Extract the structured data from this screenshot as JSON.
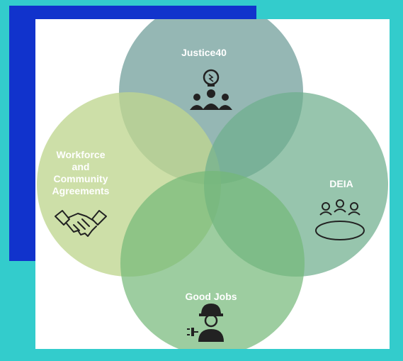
{
  "diagram": {
    "circles": [
      {
        "id": "justice40",
        "label": "Justice40",
        "icon": "lightbulb-people-icon",
        "color": "#8fb3b0"
      },
      {
        "id": "workforce",
        "label_lines": [
          "Workforce",
          "and",
          "Community",
          "Agreements"
        ],
        "icon": "handshake-icon",
        "color": "#bfd690"
      },
      {
        "id": "deia",
        "label": "DEIA",
        "icon": "meeting-table-icon",
        "color": "#78b598"
      },
      {
        "id": "good-jobs",
        "label": "Good Jobs",
        "icon": "worker-hardhat-icon",
        "color": "#7dbc7e"
      }
    ]
  }
}
